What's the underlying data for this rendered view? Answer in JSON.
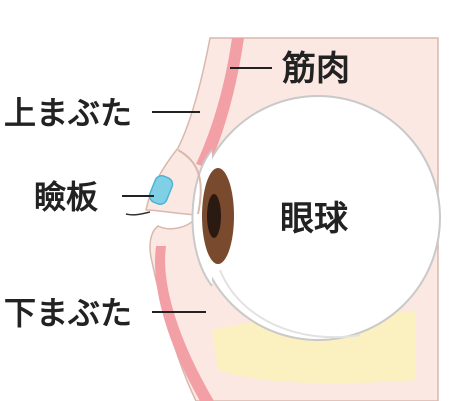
{
  "labels": {
    "muscle": "筋肉",
    "upper_eyelid": "上まぶた",
    "tarsal_plate": "瞼板",
    "eyeball": "眼球",
    "lower_eyelid": "下まぶた"
  },
  "colors": {
    "skin": "#fbe8e2",
    "skin_outline": "#d9b8ae",
    "muscle": "#f2a0a6",
    "eyeball_white": "#ffffff",
    "eyeball_outline": "#c9c9c9",
    "iris": "#7a4a2e",
    "pupil": "#2a1a12",
    "tarsal_plate": "#7fd0e6",
    "fat": "#fbf0bf",
    "leader_line": "#222222",
    "text": "#222222"
  }
}
